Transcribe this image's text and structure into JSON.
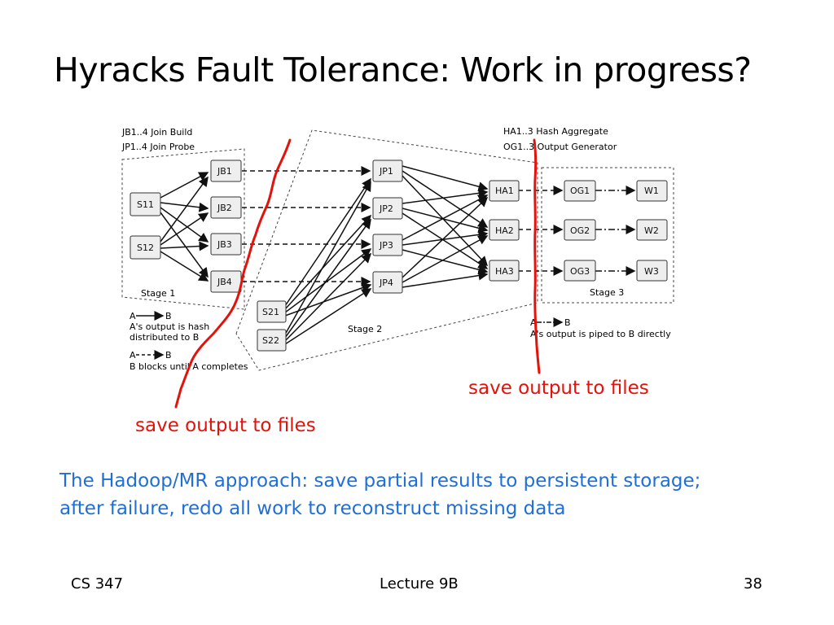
{
  "slide": {
    "title": "Hyracks Fault Tolerance: Work in progress?",
    "callout_left": "save output to files",
    "callout_right": "save output to files",
    "body_line1": "The Hadoop/MR approach: save partial results to persistent storage;",
    "body_line2": "after failure, redo all work to reconstruct missing data",
    "footer_left": "CS 347",
    "footer_center": "Lecture 9B",
    "footer_right": "38"
  },
  "diagram": {
    "legend_top_left": [
      "JB1..4 Join Build",
      "JP1..4 Join Probe"
    ],
    "legend_top_right": [
      "HA1..3 Hash Aggregate",
      "OG1..3 Output Generator"
    ],
    "stage1": "Stage 1",
    "stage2": "Stage 2",
    "stage3": "Stage 3",
    "arrow_legend_left": {
      "solid_sample": "A",
      "solid_target": "B",
      "solid_desc": [
        "A's output is hash",
        "distributed to B"
      ],
      "dashed_sample": "A",
      "dashed_target": "B",
      "dashed_desc": "B blocks until A completes"
    },
    "arrow_legend_right": {
      "sample": "A",
      "target": "B",
      "desc": "A's output is piped to B directly"
    },
    "nodes": {
      "s11": "S11",
      "s12": "S12",
      "jb1": "JB1",
      "jb2": "JB2",
      "jb3": "JB3",
      "jb4": "JB4",
      "s21": "S21",
      "s22": "S22",
      "jp1": "JP1",
      "jp2": "JP2",
      "jp3": "JP3",
      "jp4": "JP4",
      "ha1": "HA1",
      "ha2": "HA2",
      "ha3": "HA3",
      "og1": "OG1",
      "og2": "OG2",
      "og3": "OG3",
      "w1": "W1",
      "w2": "W2",
      "w3": "W3"
    },
    "colors": {
      "box_fill": "#eeeeee",
      "line": "#111111",
      "red": "#e3120b",
      "blue": "#1f6fd6"
    }
  }
}
